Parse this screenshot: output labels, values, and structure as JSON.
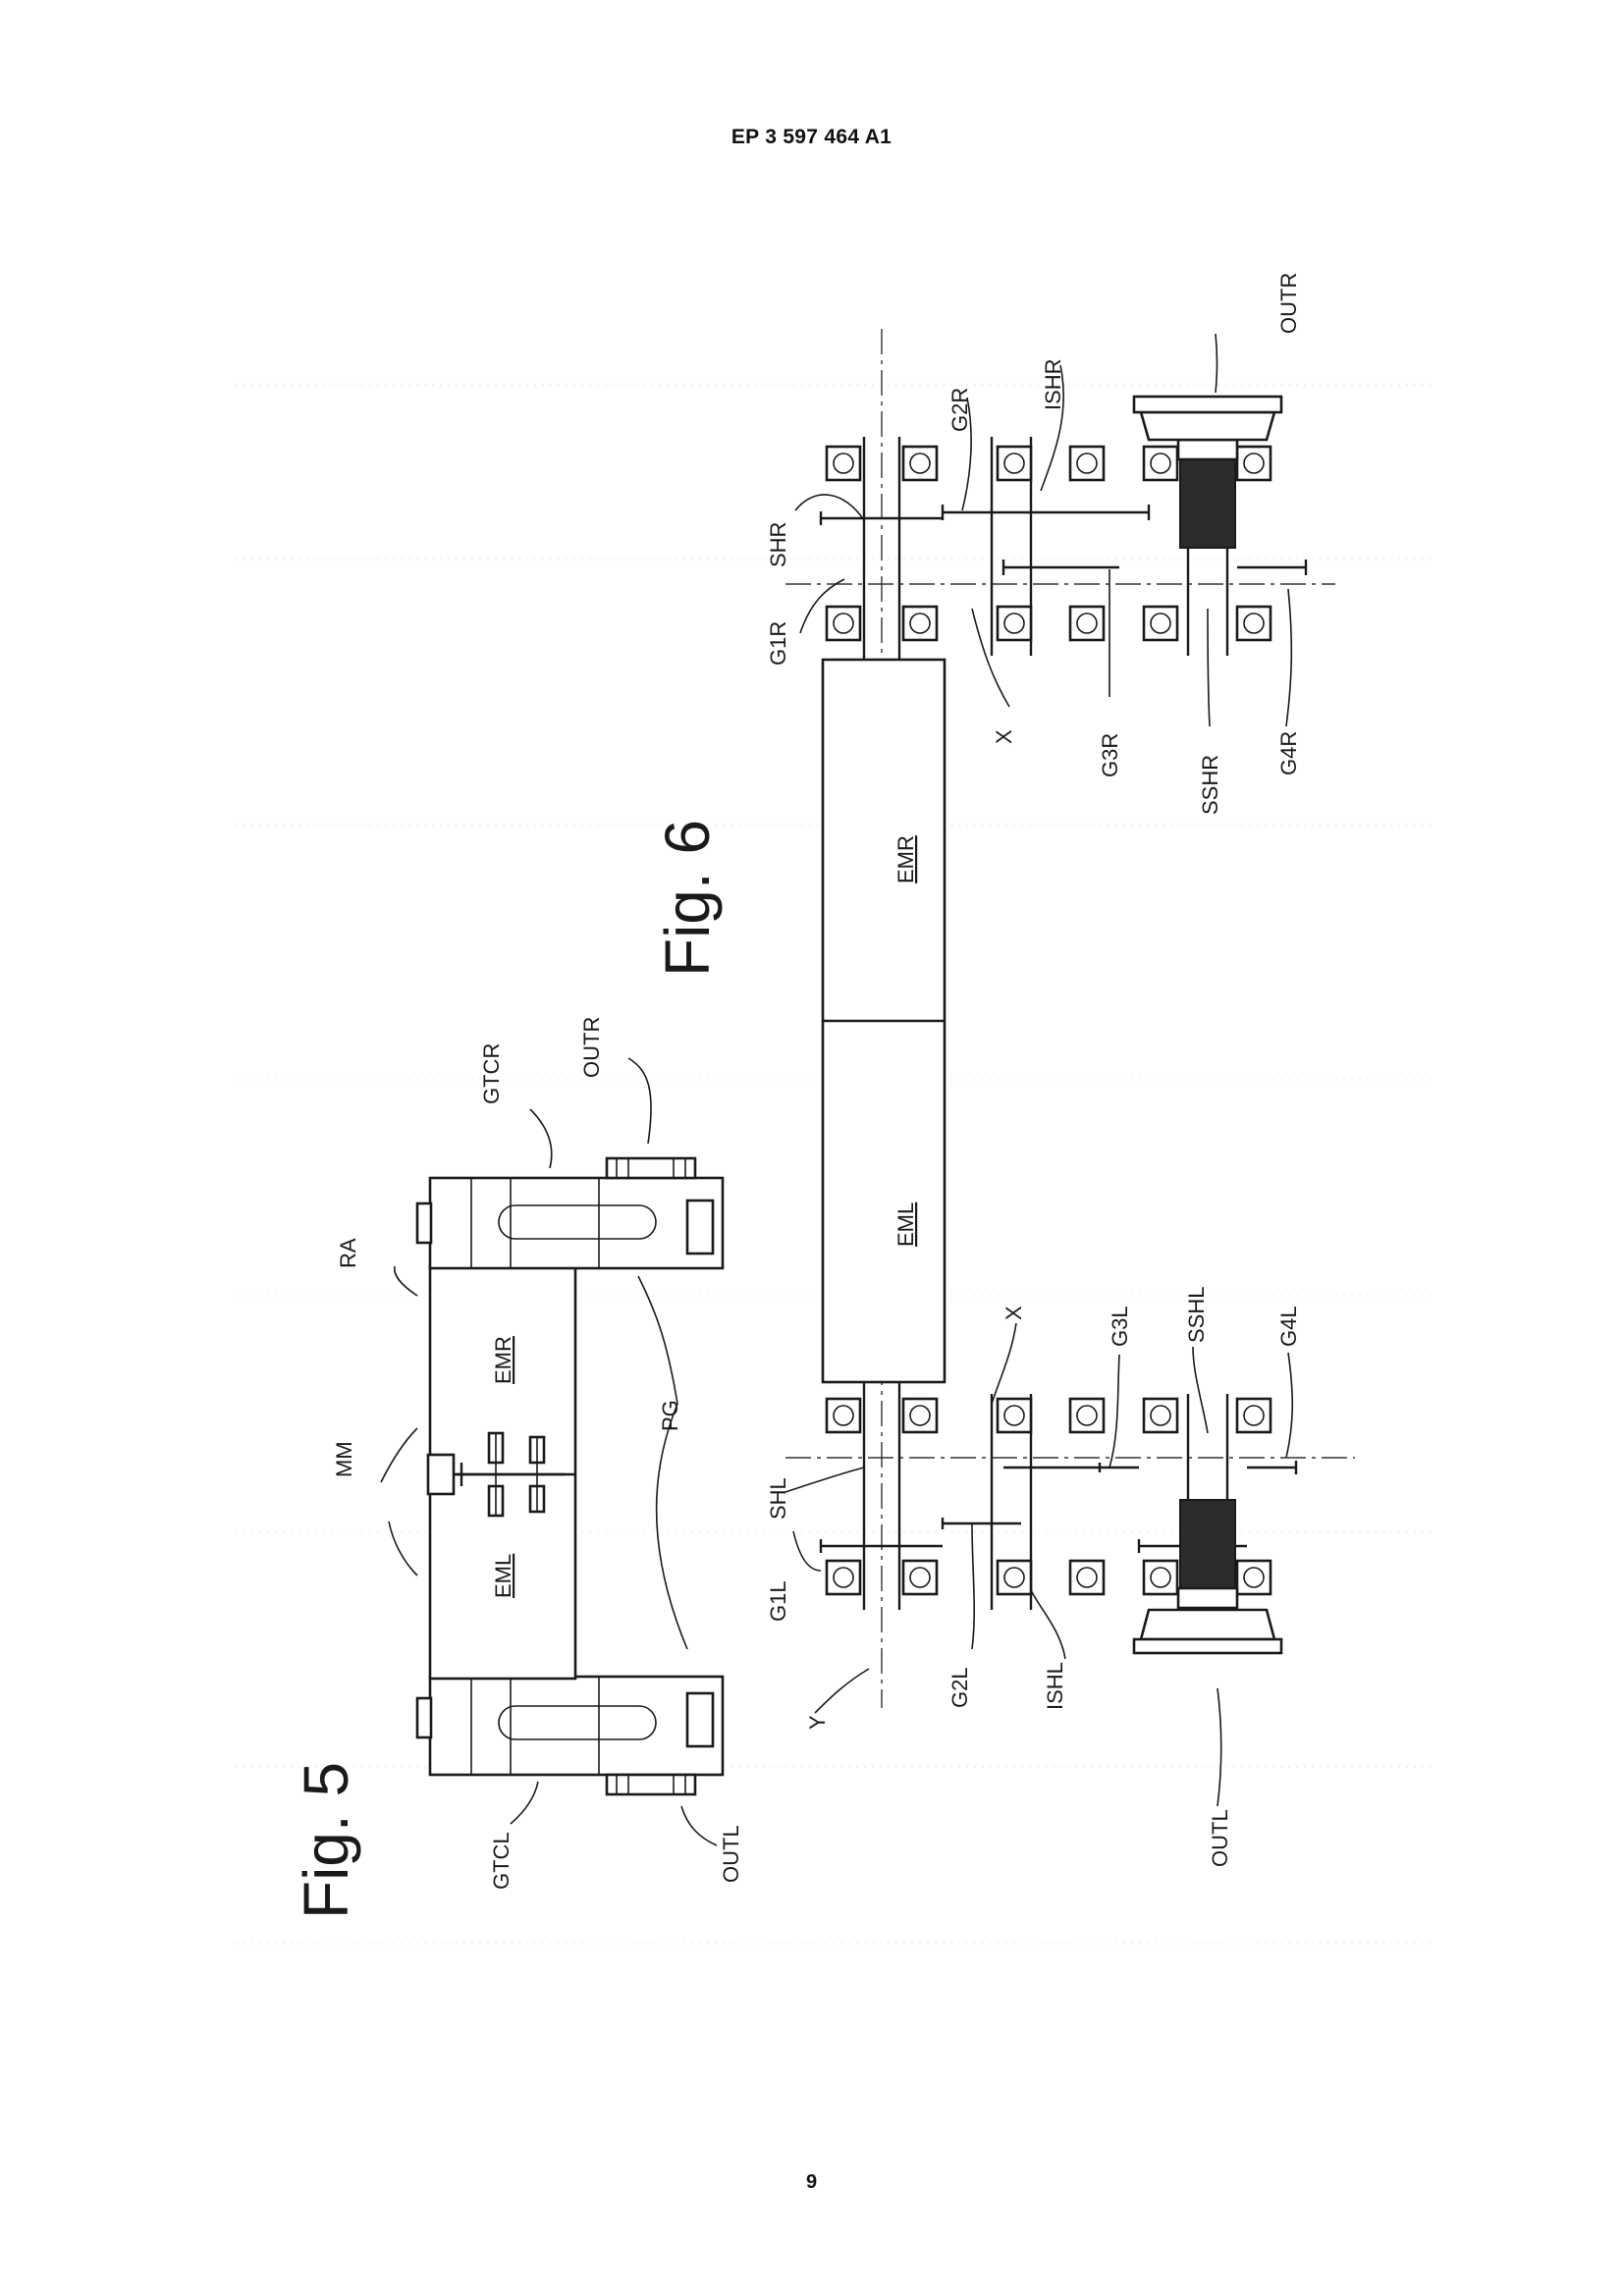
{
  "header": {
    "doc_number": "EP 3 597 464 A1"
  },
  "footer": {
    "page_number": "9"
  },
  "fig5": {
    "title": "Fig. 5",
    "labels": {
      "gtcl": "GTCL",
      "outl": "OUTL",
      "eml": "EML",
      "emr": "EMR",
      "mm": "MM",
      "pg": "PG",
      "ra": "RA",
      "gtcr": "GTCR",
      "outr": "OUTR"
    }
  },
  "fig6": {
    "title": "Fig. 6",
    "labels": {
      "y": "Y",
      "g1l": "G1L",
      "shl": "SHL",
      "g2l": "G2L",
      "ishl": "ISHL",
      "x_left": "X",
      "g3l": "G3L",
      "sshl": "SSHL",
      "g4l": "G4L",
      "outl": "OUTL",
      "eml": "EML",
      "emr": "EMR",
      "x_right": "X",
      "g1r": "G1R",
      "shr": "SHR",
      "g2r": "G2R",
      "ishr": "ISHR",
      "g3r": "G3R",
      "sshr": "SSHR",
      "g4r": "G4R",
      "outr": "OUTR"
    }
  }
}
